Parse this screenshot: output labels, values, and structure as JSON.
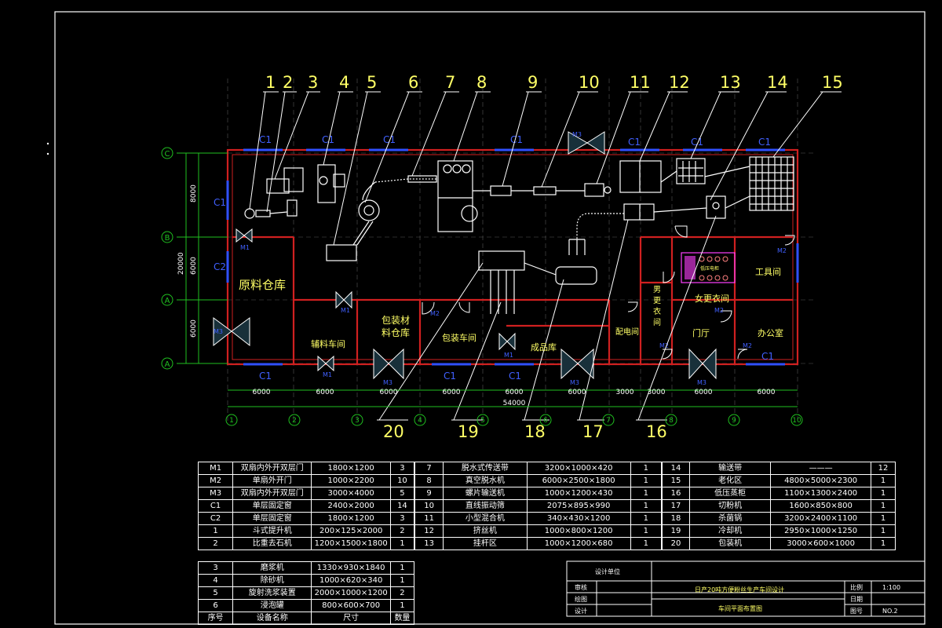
{
  "colors": {
    "background": "#000000",
    "frame": "#ffffff",
    "wall": "#d02020",
    "axis": "#20c020",
    "callout": "#ffff66",
    "window": "#3050ff",
    "equipment": "#ffffff",
    "text_blue": "#4060ff",
    "text_yellow": "#ffff66",
    "magenta": "#ff40ff"
  },
  "callout_numbers_top": [
    "1",
    "2",
    "3",
    "4",
    "5",
    "6",
    "7",
    "8",
    "9",
    "10",
    "11",
    "12",
    "13",
    "14",
    "15"
  ],
  "callout_numbers_bottom": [
    "20",
    "19",
    "18",
    "17",
    "16"
  ],
  "row_axes": [
    "C",
    "B",
    "A",
    "A"
  ],
  "col_axes": [
    "1",
    "2",
    "3",
    "4",
    "5",
    "6",
    "7",
    "8",
    "9",
    "10"
  ],
  "left_dims": {
    "total": "20000",
    "seg1": "8000",
    "seg2": "6000",
    "seg3": "6000"
  },
  "bottom_dims": {
    "spans": [
      "6000",
      "6000",
      "6000",
      "6000",
      "6000",
      "6000",
      "3000",
      "3000",
      "6000",
      "6000"
    ],
    "total": "54000"
  },
  "window_labels": {
    "c1": "C1",
    "c2": "C2"
  },
  "door_labels": {
    "m1": "M1",
    "m2": "M2",
    "m3": "M3"
  },
  "rooms": {
    "raw_warehouse": "原料仓库",
    "aux_workshop": "辅料车间",
    "packaging_warehouse_line1": "包装材",
    "packaging_warehouse_line2": "料仓库",
    "packaging_workshop": "包装车间",
    "finished_warehouse": "成品库",
    "power_room": "配电间",
    "men_locker_1": "男",
    "men_locker_2": "更",
    "men_locker_3": "衣",
    "men_locker_4": "间",
    "women_locker": "女更衣间",
    "tool_room": "工具间",
    "hall": "门厅",
    "office": "办公室",
    "control_cabinet": "低压电柜"
  },
  "equipment_table": {
    "left_rows": [
      [
        "M1",
        "双扇内外开双层门",
        "1800×1200",
        "3"
      ],
      [
        "M2",
        "单扇外开门",
        "1000×2200",
        "10"
      ],
      [
        "M3",
        "双扇内外开双层门",
        "3000×4000",
        "5"
      ],
      [
        "C1",
        "单层固定窗",
        "2400×2000",
        "14"
      ],
      [
        "C2",
        "单层固定窗",
        "1800×1200",
        "3"
      ],
      [
        "1",
        "斗式提升机",
        "200×125×2000",
        "2"
      ],
      [
        "2",
        "比重去石机",
        "1200×1500×1800",
        "1"
      ]
    ],
    "mid_rows": [
      [
        "7",
        "脱水式传送带",
        "3200×1000×420",
        "1"
      ],
      [
        "8",
        "真空脱水机",
        "6000×2500×1800",
        "1"
      ],
      [
        "9",
        "螺片输送机",
        "1000×1200×430",
        "1"
      ],
      [
        "10",
        "直线振动筛",
        "2075×895×990",
        "1"
      ],
      [
        "11",
        "小型混合机",
        "340×430×1200",
        "1"
      ],
      [
        "12",
        "挤丝机",
        "1000×800×1200",
        "1"
      ],
      [
        "13",
        "挂杆区",
        "1000×1200×680",
        "1"
      ]
    ],
    "right_rows": [
      [
        "14",
        "输送带",
        "———",
        "12"
      ],
      [
        "15",
        "老化区",
        "4800×5000×2300",
        "1"
      ],
      [
        "16",
        "低压蒸柜",
        "1100×1300×2400",
        "1"
      ],
      [
        "17",
        "切粉机",
        "1600×850×800",
        "1"
      ],
      [
        "18",
        "杀菌锅",
        "3200×2400×1100",
        "1"
      ],
      [
        "19",
        "冷却机",
        "2950×1000×1250",
        "1"
      ],
      [
        "20",
        "包装机",
        "3000×600×1000",
        "1"
      ]
    ],
    "lower_rows": [
      [
        "3",
        "磨浆机",
        "1330×930×1840",
        "1"
      ],
      [
        "4",
        "除砂机",
        "1000×620×340",
        "1"
      ],
      [
        "5",
        "旋射洗浆装置",
        "2000×1000×1200",
        "2"
      ],
      [
        "6",
        "浸泡罐",
        "800×600×700",
        "1"
      ]
    ],
    "header": [
      "序号",
      "设备名称",
      "尺寸",
      "数量"
    ]
  },
  "title_block": {
    "design_unit": "设计单位",
    "review": "审核",
    "drawing": "绘图",
    "design": "设计",
    "project_title": "日产20吨方便粉丝生产车间设计",
    "drawing_title": "车间平面布置图",
    "scale_label": "比例",
    "scale_value": "1:100",
    "date_label": "日期",
    "sheet_label": "图号",
    "sheet_value": "NO.2"
  }
}
